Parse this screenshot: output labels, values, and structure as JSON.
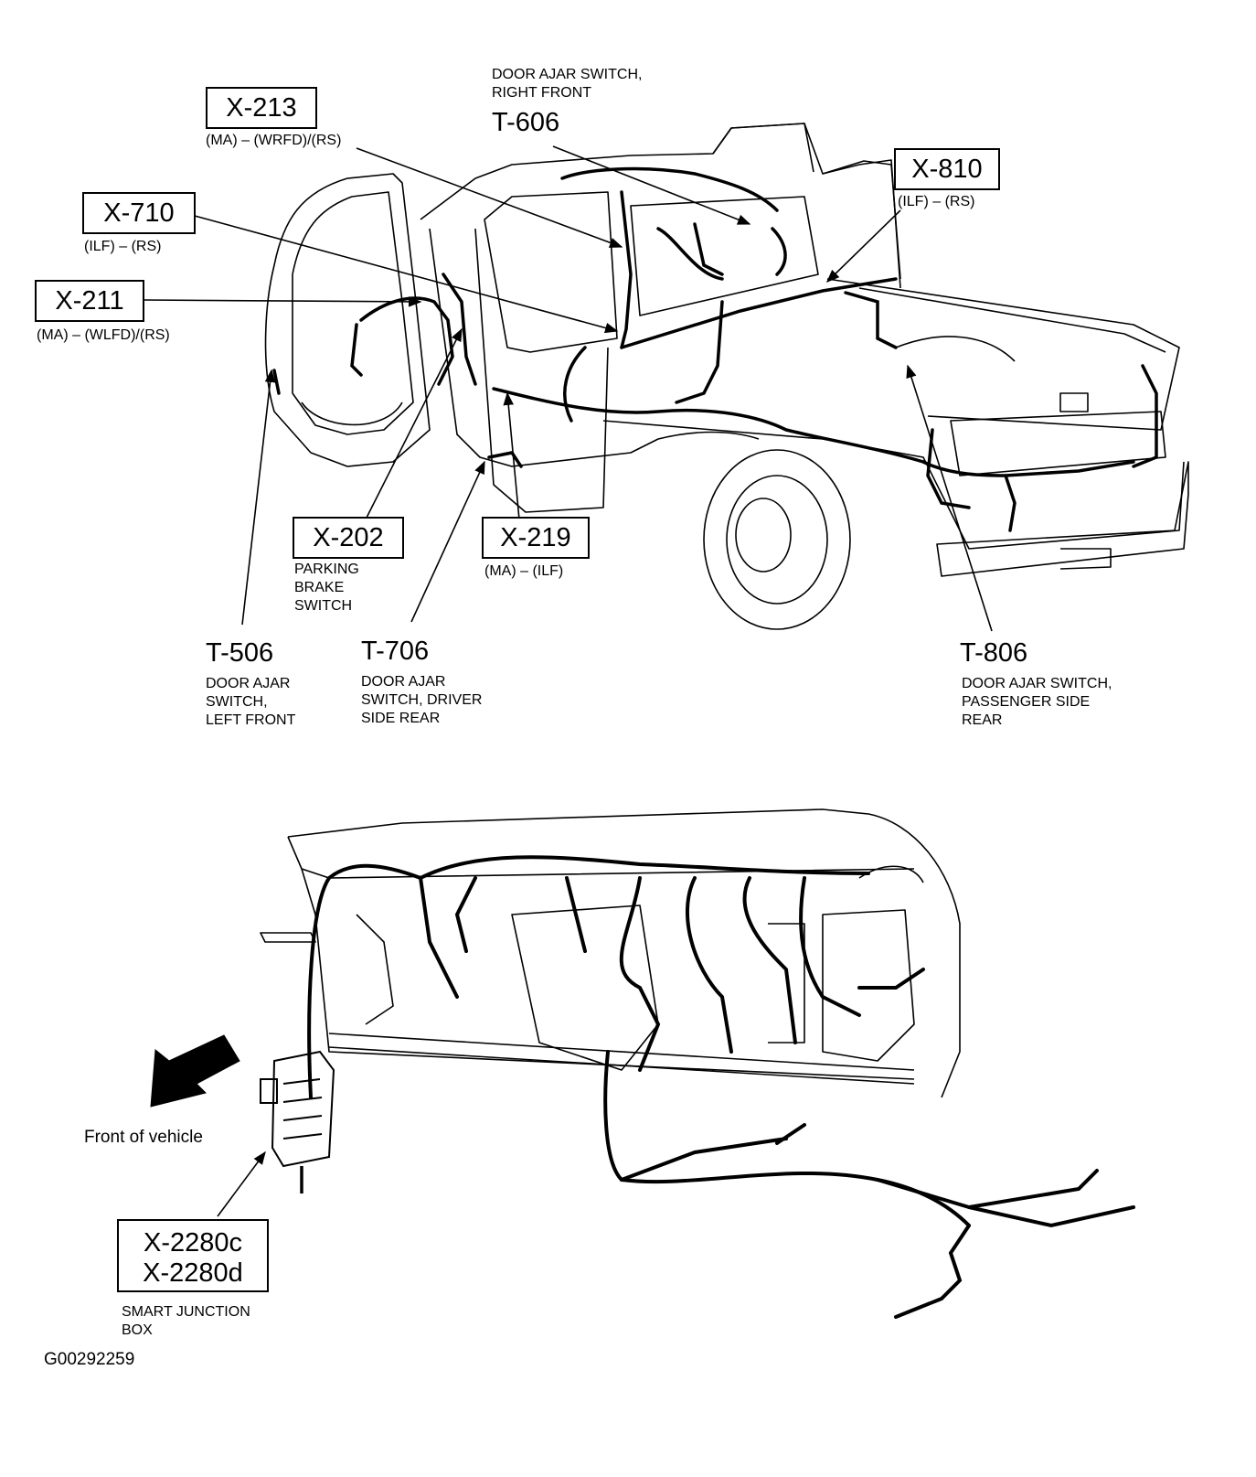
{
  "labels": {
    "x213": {
      "code": "X-213",
      "sub": "(MA) – (WRFD)/(RS)"
    },
    "x710": {
      "code": "X-710",
      "sub": "(ILF) – (RS)"
    },
    "x211": {
      "code": "X-211",
      "sub": "(MA) – (WLFD)/(RS)"
    },
    "x810": {
      "code": "X-810",
      "sub": "(ILF) – (RS)"
    },
    "x202": {
      "code": "X-202",
      "sub_lines": [
        "PARKING",
        "BRAKE",
        "SWITCH"
      ]
    },
    "x219": {
      "code": "X-219",
      "sub": "(MA) – (ILF)"
    },
    "x2280": {
      "code_lines": [
        "X-2280c",
        "X-2280d"
      ],
      "sub_lines": [
        "SMART JUNCTION",
        "BOX"
      ]
    },
    "t606": {
      "code": "T-606",
      "desc_lines": [
        "DOOR AJAR SWITCH,",
        "RIGHT FRONT"
      ]
    },
    "t506": {
      "code": "T-506",
      "desc_lines": [
        "DOOR AJAR",
        "SWITCH,",
        "LEFT FRONT"
      ]
    },
    "t706": {
      "code": "T-706",
      "desc_lines": [
        "DOOR AJAR",
        "SWITCH, DRIVER",
        "SIDE REAR"
      ]
    },
    "t806": {
      "code": "T-806",
      "desc_lines": [
        "DOOR AJAR SWITCH,",
        "PASSENGER SIDE",
        "REAR"
      ]
    }
  },
  "front_of_vehicle": "Front of vehicle",
  "figure_id": "G00292259",
  "icons": [
    "truck-wiring-illustration",
    "dashboard-harness-illustration",
    "front-direction-arrow-icon"
  ]
}
